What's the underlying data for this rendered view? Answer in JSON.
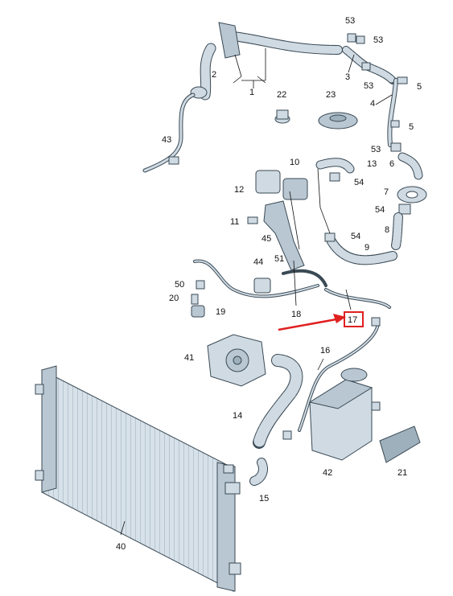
{
  "colors": {
    "part_fill": "#cfdae3",
    "part_dark": "#9fb0bd",
    "outline": "#3a4a55",
    "highlight": "#e02020",
    "label": "#111111"
  },
  "callouts": {
    "c1": "1",
    "c2": "2",
    "c3": "3",
    "c4": "4",
    "c5a": "5",
    "c5b": "5",
    "c6": "6",
    "c7": "7",
    "c8": "8",
    "c9": "9",
    "c10": "10",
    "c11": "11",
    "c12": "12",
    "c13": "13",
    "c14": "14",
    "c15": "15",
    "c16": "16",
    "c17": "17",
    "c18": "18",
    "c19": "19",
    "c20": "20",
    "c21": "21",
    "c22": "22",
    "c23": "23",
    "c40": "40",
    "c41": "41",
    "c42": "42",
    "c43": "43",
    "c44": "44",
    "c45": "45",
    "c50": "50",
    "c51": "51",
    "c53a": "53",
    "c53b": "53",
    "c53c": "53",
    "c53d": "53",
    "c54a": "54",
    "c54b": "54",
    "c54c": "54"
  }
}
